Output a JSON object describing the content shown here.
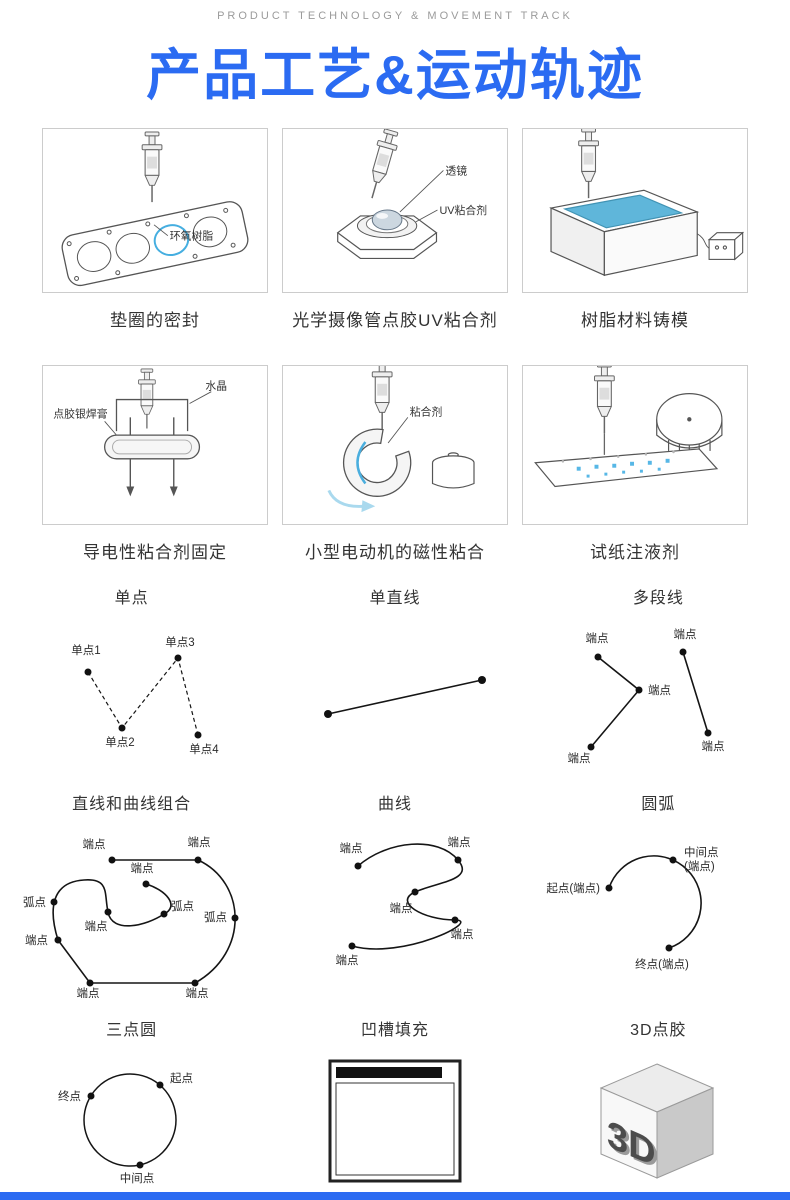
{
  "theme": {
    "accent_color": "#2B6BF2",
    "line_color": "#151515",
    "illustration_blue": "#57B7E6"
  },
  "header": {
    "eyebrow": "PRODUCT TECHNOLOGY & MOVEMENT TRACK",
    "title": "产品工艺&运动轨迹"
  },
  "process_cards": [
    {
      "caption": "垫圈的密封",
      "label_epoxy": "环氧树脂"
    },
    {
      "caption": "光学摄像管点胶UV粘合剂",
      "label_lens": "透镜",
      "label_uv": "UV粘合剂"
    },
    {
      "caption": "树脂材料铸模"
    },
    {
      "caption": "导电性粘合剂固定",
      "label_crystal": "水晶",
      "label_silver_paste": "点胶银焊膏"
    },
    {
      "caption": "小型电动机的磁性粘合",
      "label_adhesive": "粘合剂"
    },
    {
      "caption": "试纸注液剂"
    }
  ],
  "tracks": {
    "single_point": {
      "title": "单点",
      "labels": [
        "单点1",
        "单点2",
        "单点3",
        "单点4"
      ]
    },
    "single_line": {
      "title": "单直线"
    },
    "polyline": {
      "title": "多段线",
      "labels": [
        "端点",
        "端点",
        "端点",
        "端点",
        "端点"
      ]
    },
    "line_curve_combo": {
      "title": "直线和曲线组合",
      "labels": [
        "端点",
        "端点",
        "端点",
        "弧点",
        "端点",
        "弧点",
        "弧点",
        "端点",
        "端点",
        "端点"
      ]
    },
    "curve": {
      "title": "曲线",
      "labels": [
        "端点",
        "端点",
        "端点",
        "端点",
        "端点"
      ]
    },
    "arc": {
      "title": "圆弧",
      "labels": [
        "起点(端点)",
        "中间点",
        "(端点)",
        "终点(端点)"
      ]
    },
    "three_point_circle": {
      "title": "三点圆",
      "labels": [
        "起点",
        "终点",
        "中间点"
      ]
    },
    "groove_fill": {
      "title": "凹槽填充"
    },
    "threed_dispense": {
      "title": "3D点胶",
      "face_text": "3D"
    }
  }
}
